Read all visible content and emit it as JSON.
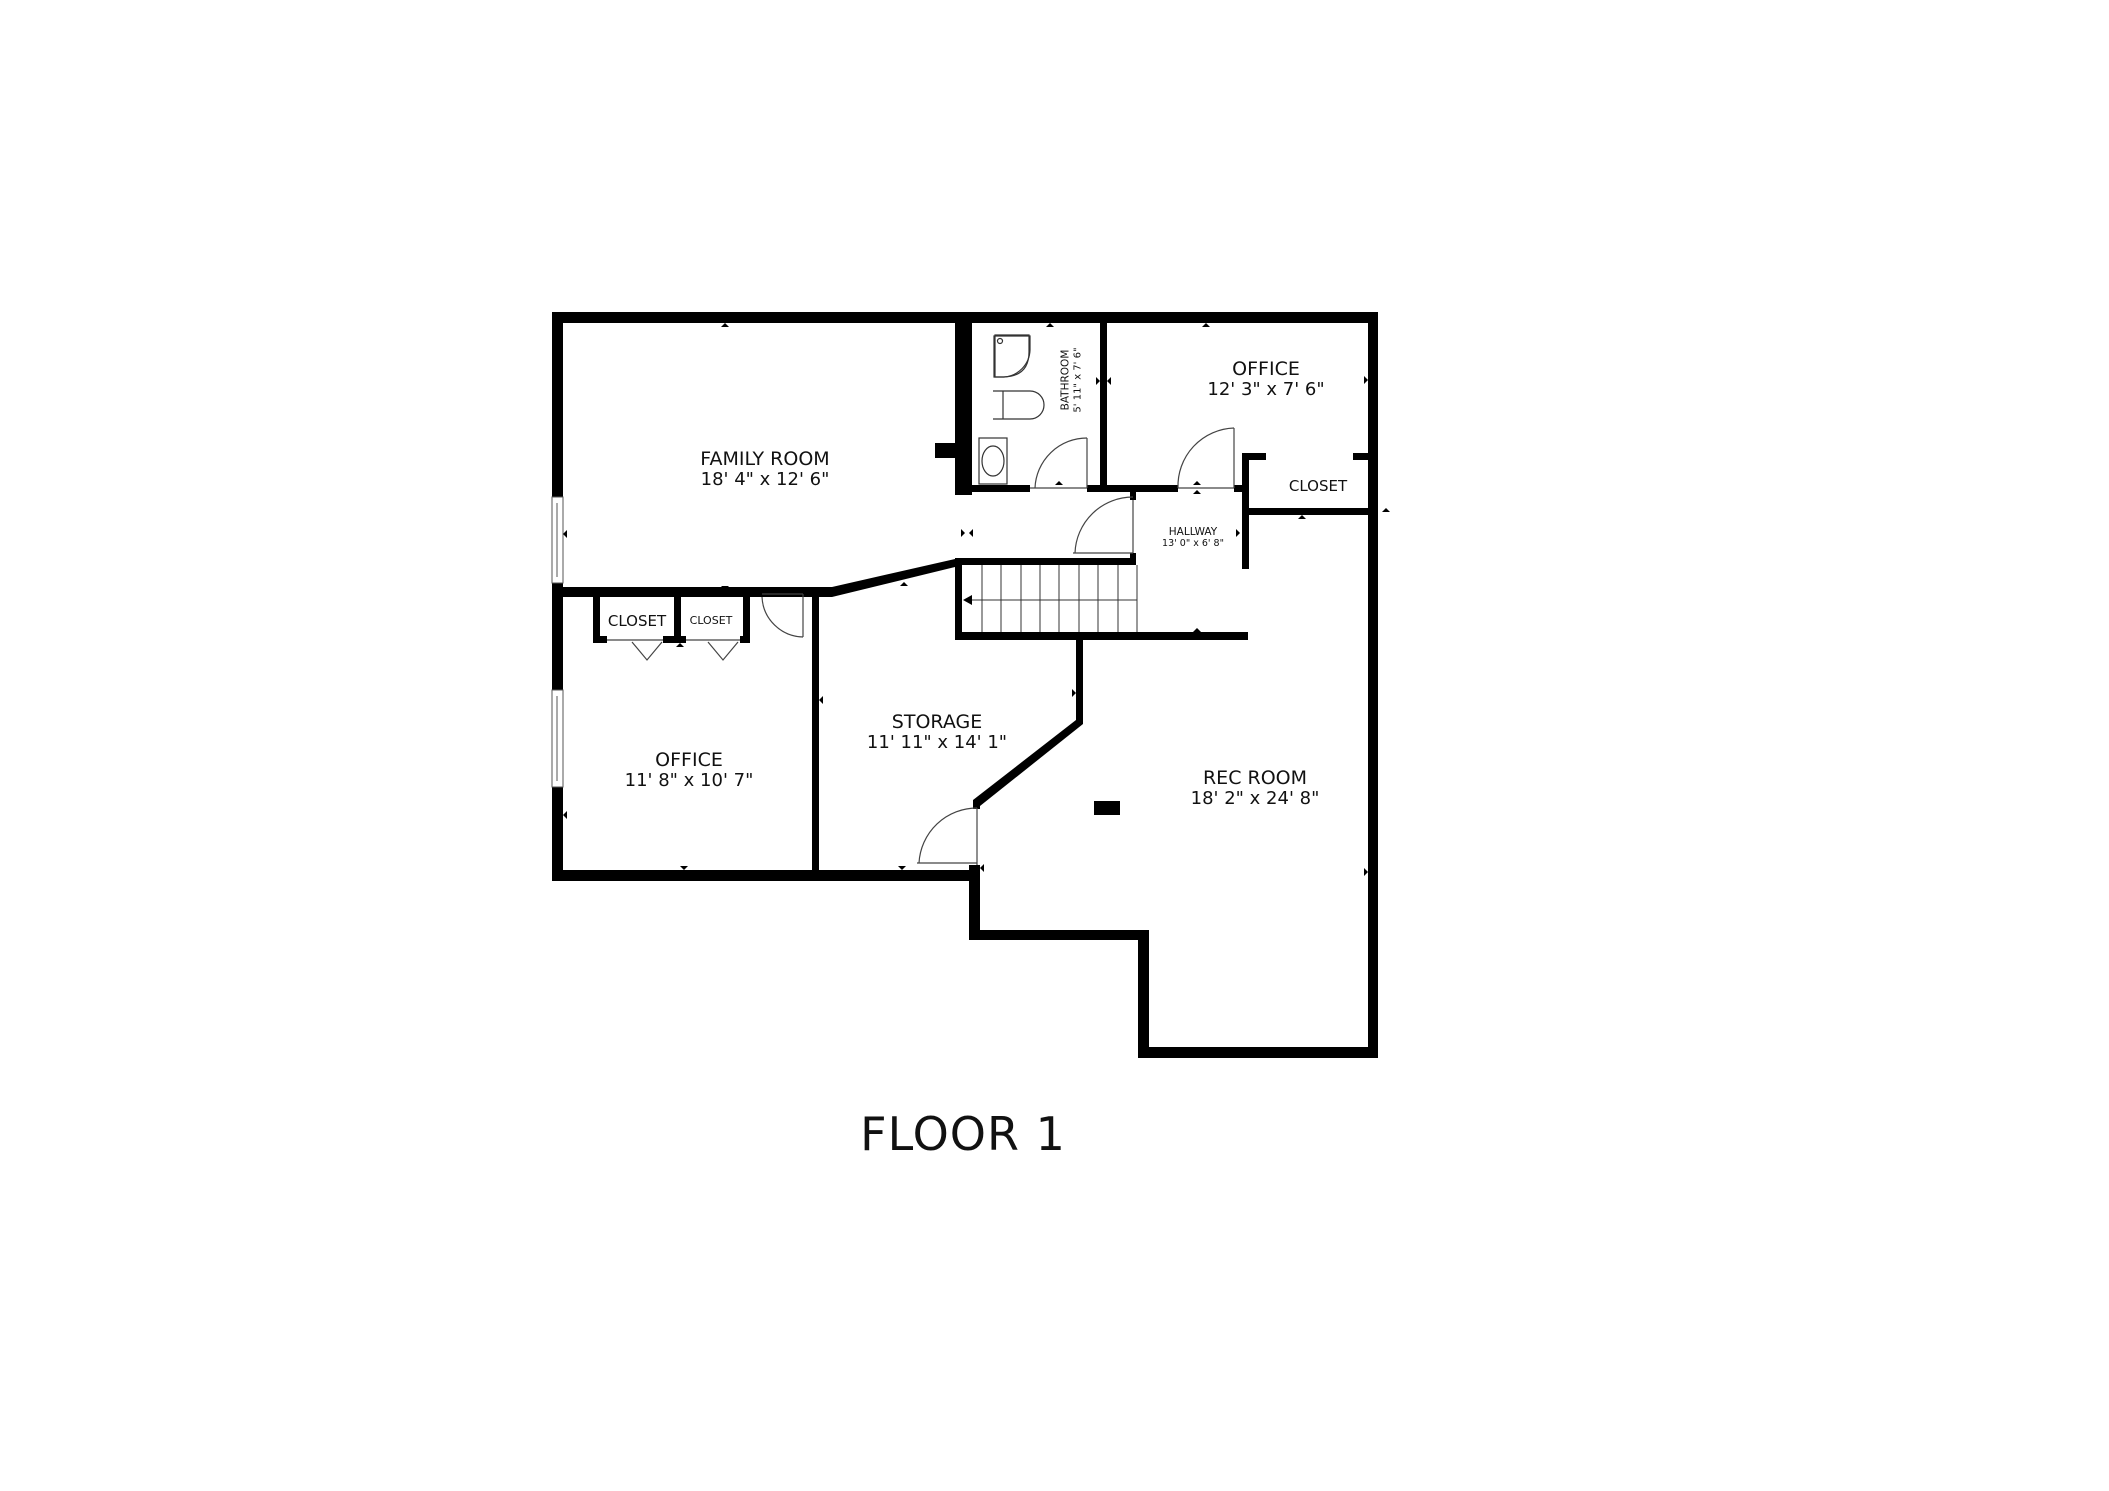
{
  "floor": {
    "title": "FLOOR 1"
  },
  "colors": {
    "wall": "#000000",
    "background": "#ffffff",
    "fixture_line": "#333333"
  },
  "rooms": [
    {
      "id": "family-room",
      "name": "FAMILY ROOM",
      "dims": "18' 4\" x 12' 6\""
    },
    {
      "id": "bathroom",
      "name": "BATHROOM",
      "dims": "5' 11\" x 7' 6\""
    },
    {
      "id": "office-upper",
      "name": "OFFICE",
      "dims": "12' 3\" x 7' 6\""
    },
    {
      "id": "closet-upper",
      "name": "CLOSET"
    },
    {
      "id": "hallway",
      "name": "HALLWAY",
      "dims": "13' 0\" x 6' 8\""
    },
    {
      "id": "closet-left",
      "name": "CLOSET"
    },
    {
      "id": "closet-right",
      "name": "CLOSET"
    },
    {
      "id": "office-lower",
      "name": "OFFICE",
      "dims": "11' 8\" x 10' 7\""
    },
    {
      "id": "storage",
      "name": "STORAGE",
      "dims": "11' 11\" x 14' 1\""
    },
    {
      "id": "rec-room",
      "name": "REC ROOM",
      "dims": "18' 2\" x 24' 8\""
    }
  ],
  "icons": {
    "stairs": "stairs-icon",
    "toilet": "toilet-icon",
    "shower": "shower-icon",
    "sink": "sink-icon"
  }
}
